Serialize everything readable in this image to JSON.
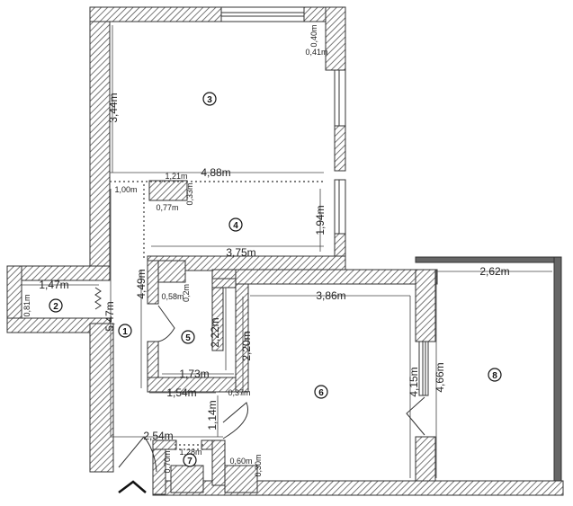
{
  "plan": {
    "rooms": [
      {
        "id": "1",
        "label": "1"
      },
      {
        "id": "2",
        "label": "2"
      },
      {
        "id": "3",
        "label": "3"
      },
      {
        "id": "4",
        "label": "4"
      },
      {
        "id": "5",
        "label": "5"
      },
      {
        "id": "6",
        "label": "6"
      },
      {
        "id": "7",
        "label": "7"
      },
      {
        "id": "8",
        "label": "8"
      }
    ],
    "dimensions": {
      "room3_height": "3,44m",
      "room3_width": "4,88m",
      "room3_window_offset_v": "0,40m",
      "room3_window_offset_h": "0,41m",
      "room4_niche_top": "1,21m",
      "room4_niche_width": "0,77m",
      "room4_niche_depth": "0,33m",
      "corridor_gap": "1,00m",
      "room4_height": "1,94m",
      "room4_width": "3,75m",
      "room2_width": "1,47m",
      "room2_height": "0,81m",
      "room1_height": "5,47m",
      "room1_inner_height": "4,49m",
      "room5_niche_w": "0,58m",
      "room5_niche_d": "0,2m",
      "room5_height": "2,22m",
      "room5_width": "1,73m",
      "room5_bottom": "1,54m",
      "wall_offset": "0,37m",
      "room6_left_height": "2,20m",
      "room6_width": "3,86m",
      "room6_height": "4,15m",
      "door_height": "1,14m",
      "corridor_width": "2,54m",
      "room7_width": "1,28m",
      "room7_height": "0,70m",
      "step_width": "0,60m",
      "step_height": "0,30m",
      "room8_width": "2,62m",
      "room8_height": "4,66m"
    },
    "colors": {
      "wall": "#3a3a3a",
      "hatch": "#555555",
      "background": "#ffffff",
      "line": "#333333"
    }
  }
}
